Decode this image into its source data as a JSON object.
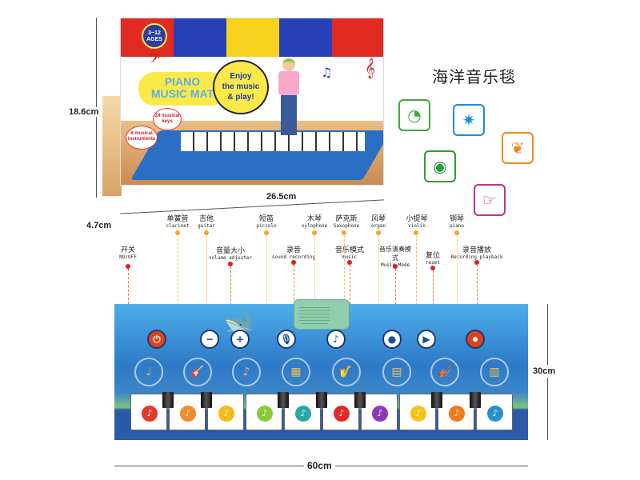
{
  "product_title_cn": "海洋音乐毯",
  "box": {
    "ages": "3~12 AGES",
    "title_line1": "PIANO",
    "title_line2": "MUSIC MAT",
    "slogan_line1": "Enjoy",
    "slogan_line2": "the music",
    "slogan_line3": "& play!",
    "keys_badge": "24 musical keys",
    "instruments_badge": "8 musical instruments",
    "colors": [
      "#e02a22",
      "#2740b8",
      "#f7d21e",
      "#2740b8",
      "#e02a22"
    ]
  },
  "dimensions": {
    "box_height": "18.6cm",
    "box_depth": "4.7cm",
    "box_width": "26.5cm",
    "mat_height": "30cm",
    "mat_width": "60cm"
  },
  "feature_icons": [
    {
      "name": "ear-icon",
      "color": "#3daa3a",
      "glyph": "👂"
    },
    {
      "name": "sparkle-wand-icon",
      "color": "#1e8ad6",
      "glyph": "✷"
    },
    {
      "name": "brain-icon",
      "color": "#f08a1c",
      "glyph": "🧠"
    },
    {
      "name": "eye-icon",
      "color": "#2e9a3a",
      "glyph": "◉"
    },
    {
      "name": "hand-tap-icon",
      "color": "#c2308c",
      "glyph": "☞"
    }
  ],
  "top_labels": [
    {
      "cn": "单簧管",
      "en": "clarinet"
    },
    {
      "cn": "吉他",
      "en": "guitar"
    },
    {
      "cn": "短笛",
      "en": "piccolo"
    },
    {
      "cn": "木琴",
      "en": "xylophone"
    },
    {
      "cn": "萨克斯",
      "en": "Saxophone"
    },
    {
      "cn": "风琴",
      "en": "organ"
    },
    {
      "cn": "小提琴",
      "en": "violin"
    },
    {
      "cn": "钢琴",
      "en": "piano"
    }
  ],
  "control_labels": [
    {
      "cn": "开关",
      "en": "NO/OFF"
    },
    {
      "cn": "音量大小",
      "en": "volume adjuster"
    },
    {
      "cn": "录音",
      "en": "sound recording"
    },
    {
      "cn": "音乐模式",
      "en": "music"
    },
    {
      "cn": "音乐演奏模式",
      "en": "Music Mode"
    },
    {
      "cn": "复位",
      "en": "reset"
    },
    {
      "cn": "录音播放",
      "en": "Recording playback"
    }
  ],
  "mat_buttons": [
    {
      "name": "power-button",
      "glyph": "⏻"
    },
    {
      "name": "volume-down-button",
      "glyph": "−"
    },
    {
      "name": "volume-up-button",
      "glyph": "+"
    },
    {
      "name": "record-button",
      "glyph": "🎙"
    },
    {
      "name": "music-mode-button",
      "glyph": "♪"
    },
    {
      "name": "play-mode-button",
      "glyph": "●"
    },
    {
      "name": "reset-button",
      "glyph": "▶"
    },
    {
      "name": "playback-button",
      "glyph": "⏺"
    }
  ],
  "key_colors": [
    "#e03a2a",
    "#f08a2a",
    "#f5b81a",
    "#8cc83a",
    "#2aa8a8",
    "#e02a2a",
    "#8a3ab8",
    "#f5c21a",
    "#f07a1a",
    "#2a90c8"
  ]
}
